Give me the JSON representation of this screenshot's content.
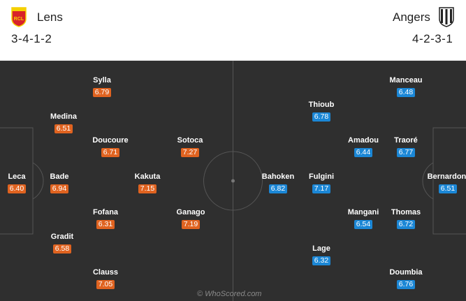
{
  "home": {
    "name": "Lens",
    "formation": "3-4-1-2",
    "badge_text": "RCL",
    "badge_color": "#d8222a",
    "badge_accent": "#f5d000",
    "rating_color": "#e06320",
    "players": [
      {
        "key": "leca",
        "name": "Leca",
        "rating": "6.40"
      },
      {
        "key": "bade",
        "name": "Bade",
        "rating": "6.94"
      },
      {
        "key": "medina",
        "name": "Medina",
        "rating": "6.51"
      },
      {
        "key": "gradit",
        "name": "Gradit",
        "rating": "6.58"
      },
      {
        "key": "sylla",
        "name": "Sylla",
        "rating": "6.79"
      },
      {
        "key": "doucoure",
        "name": "Doucoure",
        "rating": "6.71"
      },
      {
        "key": "fofana",
        "name": "Fofana",
        "rating": "6.31"
      },
      {
        "key": "clauss",
        "name": "Clauss",
        "rating": "7.05"
      },
      {
        "key": "kakuta",
        "name": "Kakuta",
        "rating": "7.15"
      },
      {
        "key": "sotoca",
        "name": "Sotoca",
        "rating": "7.27"
      },
      {
        "key": "ganago",
        "name": "Ganago",
        "rating": "7.19"
      }
    ]
  },
  "away": {
    "name": "Angers",
    "formation": "4-2-3-1",
    "rating_color": "#1b87d6",
    "players": [
      {
        "key": "bernardoni",
        "name": "Bernardoni",
        "rating": "6.51"
      },
      {
        "key": "manceau",
        "name": "Manceau",
        "rating": "6.48"
      },
      {
        "key": "traore",
        "name": "Traoré",
        "rating": "6.77"
      },
      {
        "key": "thomas",
        "name": "Thomas",
        "rating": "6.72"
      },
      {
        "key": "doumbia",
        "name": "Doumbia",
        "rating": "6.76"
      },
      {
        "key": "amadou",
        "name": "Amadou",
        "rating": "6.44"
      },
      {
        "key": "mangani",
        "name": "Mangani",
        "rating": "6.54"
      },
      {
        "key": "thioub",
        "name": "Thioub",
        "rating": "6.78"
      },
      {
        "key": "fulgini",
        "name": "Fulgini",
        "rating": "7.17"
      },
      {
        "key": "lage",
        "name": "Lage",
        "rating": "6.32"
      },
      {
        "key": "bahoken",
        "name": "Bahoken",
        "rating": "6.82"
      }
    ]
  },
  "pitch_color": "#2f2f2f",
  "line_color": "#555555",
  "watermark": "© WhoScored.com"
}
